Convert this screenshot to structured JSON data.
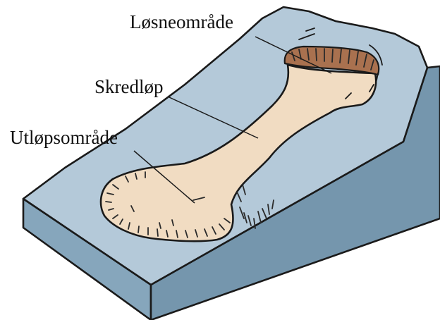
{
  "labels": {
    "release_area": "Løsneområde",
    "slide_track": "Skredløp",
    "runout_area": "Utløpsområde"
  },
  "colors": {
    "slope_top": "#b4c9d9",
    "slope_side_light": "#86a6bc",
    "slope_side_dark": "#7596ad",
    "deposit": "#f1dcc2",
    "scarp": "#a9714f",
    "outline": "#1a1a1a"
  }
}
